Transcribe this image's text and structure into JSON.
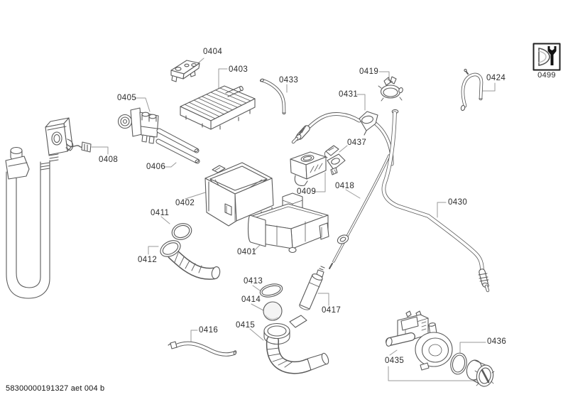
{
  "document": {
    "footer_code": "58300000191327 aet 004 b"
  },
  "colors": {
    "background": "#ffffff",
    "line": "#5a5a5a",
    "leader": "#9a9a9a",
    "text": "#2b2b2b",
    "icon_fill": "#111111"
  },
  "legend": {
    "code": "0499",
    "icon": "wrench-service-icon"
  },
  "labels": {
    "p0401": "0401",
    "p0402": "0402",
    "p0403": "0403",
    "p0404": "0404",
    "p0405": "0405",
    "p0406": "0406",
    "p0408": "0408",
    "p0409": "0409",
    "p0411": "0411",
    "p0412": "0412",
    "p0413": "0413",
    "p0414": "0414",
    "p0415": "0415",
    "p0416": "0416",
    "p0417": "0417",
    "p0418": "0418",
    "p0419": "0419",
    "p0424": "0424",
    "p0430": "0430",
    "p0431": "0431",
    "p0433": "0433",
    "p0435": "0435",
    "p0436": "0436",
    "p0437": "0437"
  }
}
